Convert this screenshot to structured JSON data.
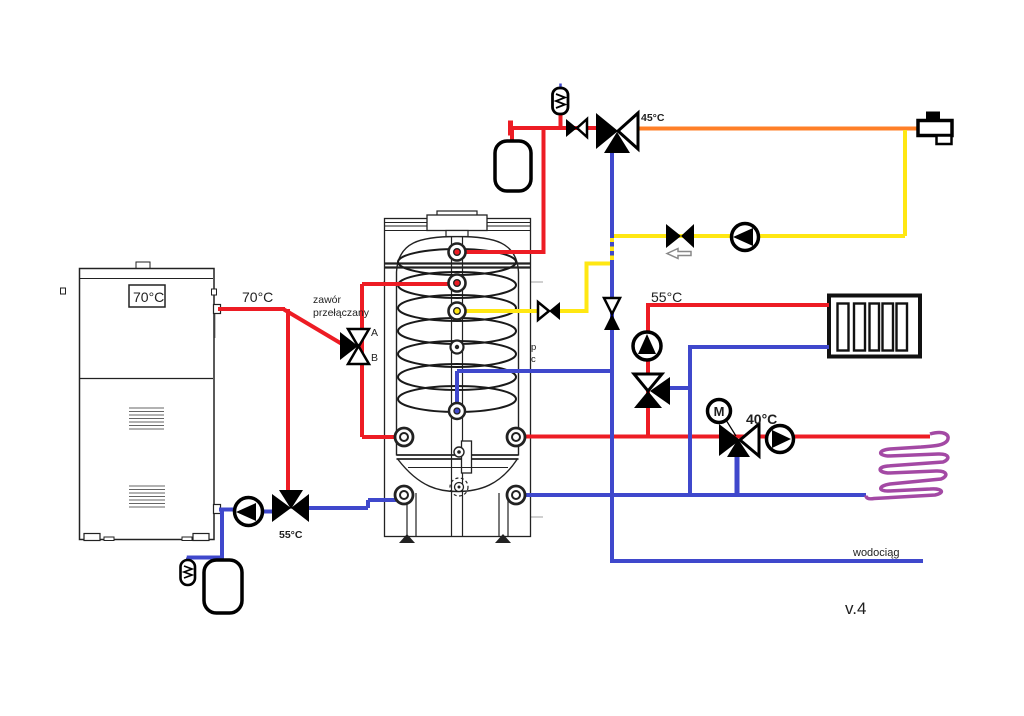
{
  "version_label": "v.4",
  "colors": {
    "supply_red": "#ed1c24",
    "return_blue": "#3f48cc",
    "dhw_yellow": "#ffe712",
    "mixed_orange": "#ff7f27",
    "floor_loop_purple": "#a349a4"
  },
  "boiler": {
    "display_temp": "70°C"
  },
  "labels": {
    "boiler_supply_temp": "70°C",
    "switching_valve_line1": "zawór",
    "switching_valve_line2": "przełączany",
    "switching_valve_port_a": "A",
    "switching_valve_port_b": "B",
    "mixing_valve_45": "45°C",
    "radiator_circuit_55": "55°C",
    "boiler_return_55": "55°C",
    "floor_circuit_40": "40°C",
    "motor_actuator": "M",
    "water_main": "wodociąg",
    "marker_p": "p",
    "marker_c": "c"
  }
}
